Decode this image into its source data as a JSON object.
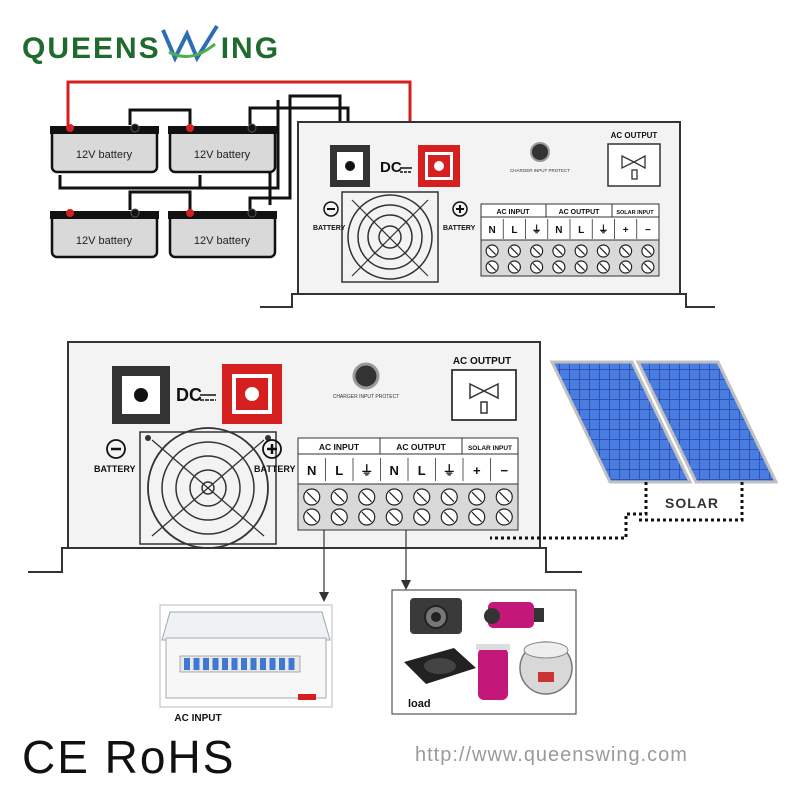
{
  "header": {
    "brand_left": "QUEENS",
    "brand_right": "ING"
  },
  "top_inverter": {
    "batteries": [
      {
        "label": "12V battery"
      },
      {
        "label": "12V battery"
      },
      {
        "label": "12V battery"
      },
      {
        "label": "12V battery"
      }
    ],
    "dc_label": "DC",
    "battery_neg_label": "BATTERY",
    "battery_pos_label": "BATTERY",
    "charger_label": "CHARGER INPUT PROTECT",
    "ac_output_label": "AC OUTPUT",
    "terminal_groups": [
      "AC INPUT",
      "AC OUTPUT",
      "SOLAR INPUT"
    ],
    "terminal_cells": [
      "N",
      "L",
      "⏚",
      "N",
      "L",
      "⏚",
      "+",
      "−"
    ]
  },
  "bottom_inverter": {
    "dc_label": "DC",
    "battery_neg_label": "BATTERY",
    "battery_pos_label": "BATTERY",
    "charger_label": "CHARGER INPUT PROTECT",
    "ac_output_label": "AC OUTPUT",
    "terminal_groups": [
      "AC INPUT",
      "AC OUTPUT",
      "SOLAR INPUT"
    ],
    "terminal_cells": [
      "N",
      "L",
      "⏚",
      "N",
      "L",
      "⏚",
      "+",
      "−"
    ],
    "solar_label": "SOLAR"
  },
  "load_boxes": {
    "ac_input_caption": "AC INPUT",
    "load_caption": "load"
  },
  "footer": {
    "certifications": "CE RoHS",
    "url": "http://www.queenswing.com"
  }
}
